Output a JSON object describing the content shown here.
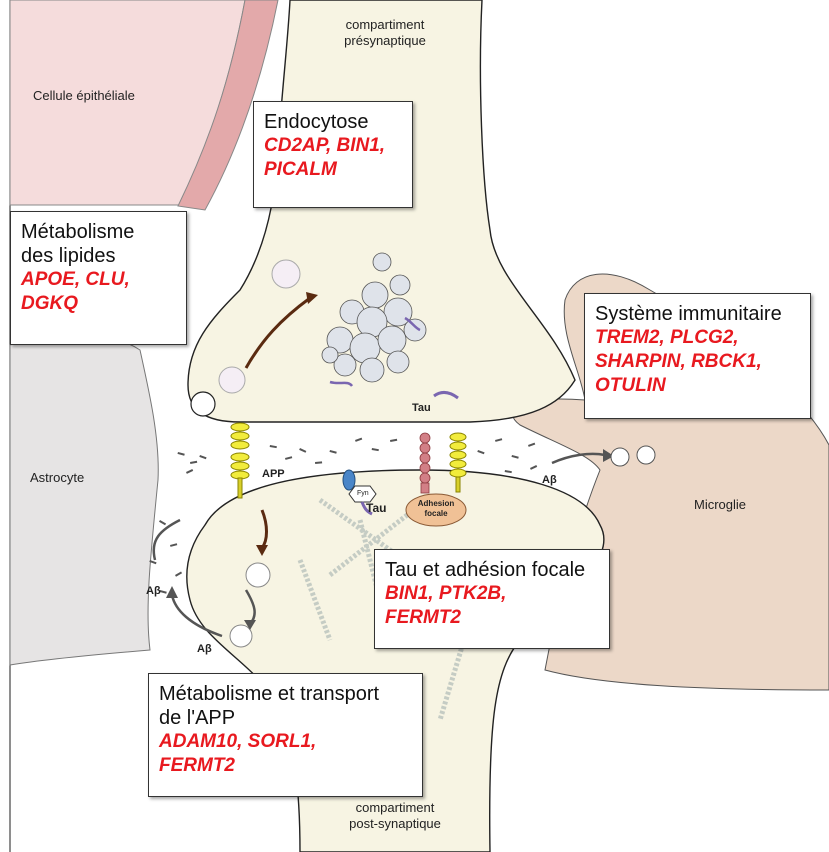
{
  "regions": {
    "epithelial": "Cellule épithéliale",
    "presynaptic": "compartiment\nprésynaptique",
    "astrocyte": "Astrocyte",
    "microglia": "Microglie",
    "postsynaptic": "compartiment\npost-synaptique"
  },
  "molecules": {
    "app": "APP",
    "tau_pre": "Tau",
    "tau_post": "Tau",
    "fyn": "Fyn",
    "focal_adhesion": "Adhesion\nfocale",
    "abeta_right": "Aβ",
    "abeta_left_upper": "Aβ",
    "abeta_left_lower": "Aβ"
  },
  "boxes": {
    "endocytosis": {
      "title": "Endocytose",
      "genes": "CD2AP, BIN1,\nPICALM"
    },
    "lipid": {
      "title": "Métabolisme\ndes lipides",
      "genes": "APOE, CLU,\nDGKQ"
    },
    "immune": {
      "title": "Système immunitaire",
      "genes": "TREM2, PLCG2,\nSHARPIN, RBCK1,\nOTULIN"
    },
    "tau": {
      "title": "Tau et adhésion focale",
      "genes": "BIN1, PTK2B,\nFERMT2"
    },
    "app": {
      "title": "Métabolisme et transport\nde l'APP",
      "genes": "ADAM10, SORL1,\nFERMT2"
    }
  },
  "colors": {
    "epithelial_fill": "#f5dcdc",
    "epithelial_edge": "#e3a9aa",
    "astrocyte_fill": "#e6e4e4",
    "neuron_fill": "#f7f4e3",
    "microglia_fill": "#ecd8c8",
    "gene_red": "#e8191f",
    "app_yellow": "#f2ec3c",
    "tau_purple": "#7a66b0",
    "arrow_brown": "#5a2a10"
  }
}
